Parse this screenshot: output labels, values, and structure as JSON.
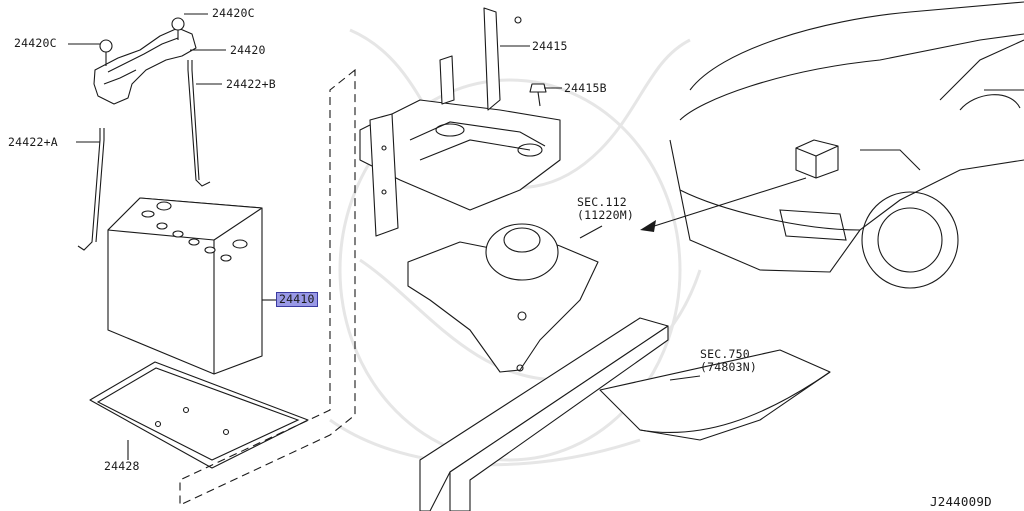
{
  "callouts": {
    "hold_down_bolt_left": "24420C",
    "hold_down_bolt_top": "24420C",
    "hold_down_frame": "24420",
    "rod_right": "24422+B",
    "rod_left": "24422+A",
    "battery": "24410",
    "battery_tray": "24428",
    "bracket": "24415",
    "bracket_bolt": "24415B",
    "sec_112": "SEC.112",
    "sec_112_ref": "(11220M)",
    "sec_750": "SEC.750",
    "sec_750_ref": "(74803N)",
    "diagram_id": "J244009D"
  },
  "highlight_color": "#9999e6"
}
